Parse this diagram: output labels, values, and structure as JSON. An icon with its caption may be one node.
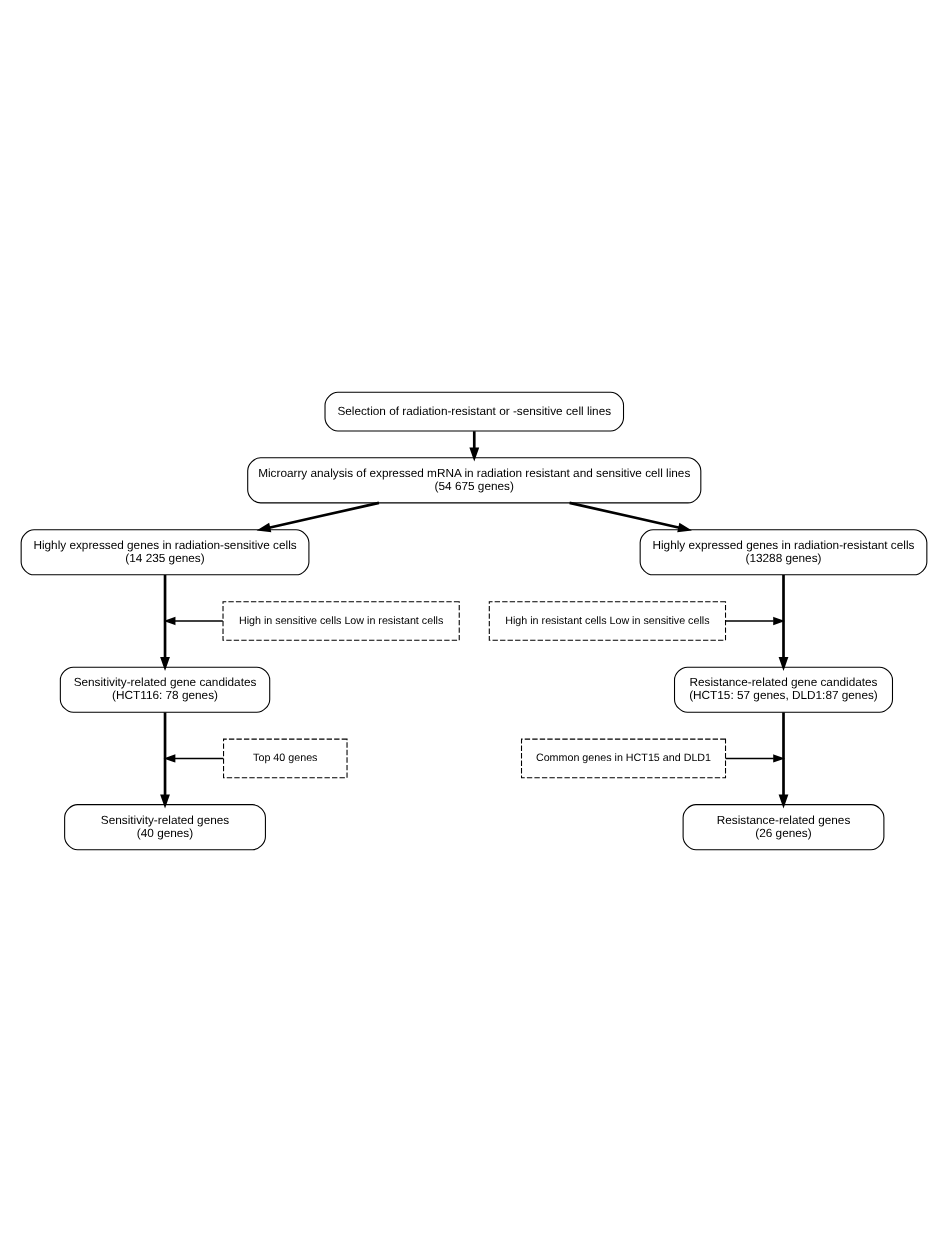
{
  "diagram": {
    "nodes": [
      {
        "text": [
          "Selection of radiation-resistant or -sensitive cell lines"
        ]
      },
      {
        "text": [
          "Microarry analysis of expressed mRNA in radiation resistant and sensitive cell lines",
          "(54 675 genes)"
        ]
      },
      {
        "text": [
          "Highly expressed genes in radiation-sensitive cells",
          "(14 235 genes)"
        ]
      },
      {
        "text": [
          "Highly expressed genes in radiation-resistant cells",
          "(13288 genes)"
        ]
      },
      {
        "text": [
          "High in sensitive cells Low in resistant cells"
        ]
      },
      {
        "text": [
          "High in resistant cells Low in sensitive cells"
        ]
      },
      {
        "text": [
          "Sensitivity-related gene candidates",
          "(HCT116: 78 genes)"
        ]
      },
      {
        "text": [
          "Resistance-related gene candidates",
          "(HCT15: 57 genes, DLD1:87 genes)"
        ]
      },
      {
        "text": [
          "Top 40 genes"
        ]
      },
      {
        "text": [
          "Common genes in HCT15 and DLD1"
        ]
      },
      {
        "text": [
          "Sensitivity-related genes",
          "(40 genes)"
        ]
      },
      {
        "text": [
          "Resistance-related genes",
          "(26 genes)"
        ]
      }
    ],
    "edges": [
      {
        "from": 0,
        "to": 1,
        "arrow": "to"
      },
      {
        "from": 1,
        "to": 2,
        "arrow": "to"
      },
      {
        "from": 1,
        "to": 3,
        "arrow": "to"
      },
      {
        "from": 2,
        "to": 6,
        "arrow": "to"
      },
      {
        "from": 4,
        "to": null,
        "arrow": "to"
      },
      {
        "from": 3,
        "to": 7,
        "arrow": "to"
      },
      {
        "from": 5,
        "to": null,
        "arrow": "to"
      },
      {
        "from": 6,
        "to": 10,
        "arrow": "to"
      },
      {
        "from": 8,
        "to": null,
        "arrow": "to"
      },
      {
        "from": 7,
        "to": 11,
        "arrow": "to"
      },
      {
        "from": 9,
        "to": null,
        "arrow": "to"
      }
    ]
  }
}
